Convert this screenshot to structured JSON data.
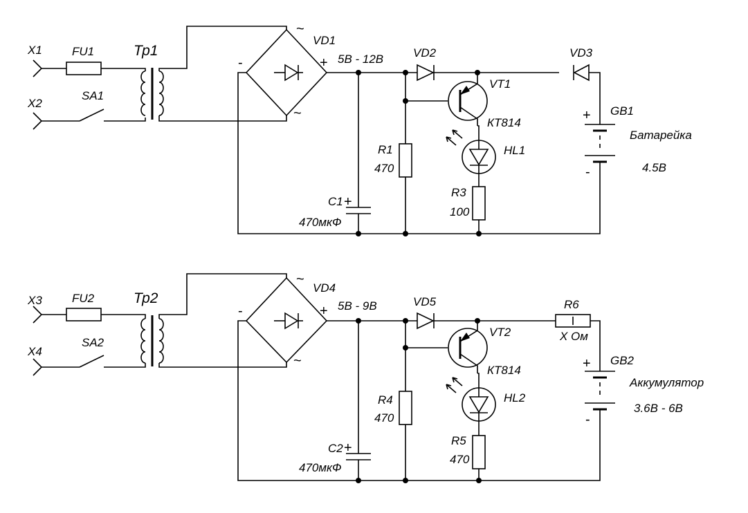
{
  "circuits": [
    {
      "terminal_a": "X1",
      "terminal_b": "X2",
      "fuse": "FU1",
      "switch": "SA1",
      "transformer": "Тр1",
      "bridge": "VD1",
      "bridge_ac_a": "~",
      "bridge_ac_b": "~",
      "bridge_minus": "-",
      "bridge_plus": "+",
      "voltage": "5В - 12В",
      "diode_a": "VD2",
      "diode_b": "VD3",
      "transistor": "VT1",
      "transistor_type": "КТ814",
      "led": "HL1",
      "capacitor": "C1",
      "capacitor_plus": "+",
      "capacitor_value": "470мкФ",
      "resistor_a": "R1",
      "resistor_a_value": "470",
      "resistor_b": "R3",
      "resistor_b_value": "100",
      "resistor_c": "",
      "resistor_c_value": "",
      "battery": "GB1",
      "battery_plus": "+",
      "battery_minus": "-",
      "battery_label": "Батарейка",
      "battery_voltage": "4.5В"
    },
    {
      "terminal_a": "X3",
      "terminal_b": "X4",
      "fuse": "FU2",
      "switch": "SA2",
      "transformer": "Тр2",
      "bridge": "VD4",
      "bridge_ac_a": "~",
      "bridge_ac_b": "~",
      "bridge_minus": "-",
      "bridge_plus": "+",
      "voltage": "5В - 9В",
      "diode_a": "VD5",
      "diode_b": "",
      "transistor": "VT2",
      "transistor_type": "КТ814",
      "led": "HL2",
      "capacitor": "C2",
      "capacitor_plus": "+",
      "capacitor_value": "470мкФ",
      "resistor_a": "R4",
      "resistor_a_value": "470",
      "resistor_b": "R5",
      "resistor_b_value": "470",
      "resistor_c": "R6",
      "resistor_c_value": "X Ом",
      "battery": "GB2",
      "battery_plus": "+",
      "battery_minus": "-",
      "battery_label": "Аккумулятор",
      "battery_voltage": "3.6В - 6В"
    }
  ]
}
